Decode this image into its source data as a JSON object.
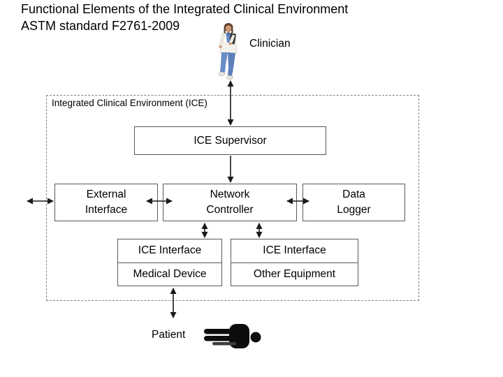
{
  "title": {
    "line1": "Functional Elements of the Integrated Clinical Environment",
    "line2": "ASTM standard F2761-2009"
  },
  "actors": {
    "clinician_label": "Clinician",
    "patient_label": "Patient"
  },
  "ice": {
    "container_label": "Integrated Clinical Environment (ICE)",
    "supervisor_label": "ICE Supervisor",
    "external_interface": [
      "External",
      "Interface"
    ],
    "network_controller": [
      "Network",
      "Controller"
    ],
    "data_logger": [
      "Data",
      "Logger"
    ],
    "device_left": {
      "interface_label": "ICE Interface",
      "device_label": "Medical Device"
    },
    "device_right": {
      "interface_label": "ICE Interface",
      "device_label": "Other Equipment"
    }
  },
  "colors": {
    "background": "#ffffff",
    "text": "#000000",
    "box_border": "#595959",
    "dashed_border": "#7f7f7f",
    "arrow": "#1a1a1a",
    "patient_icon": "#0d0d0d",
    "scrubs_blue": "#6a8cc7",
    "coat_white": "#f4f2ee"
  }
}
